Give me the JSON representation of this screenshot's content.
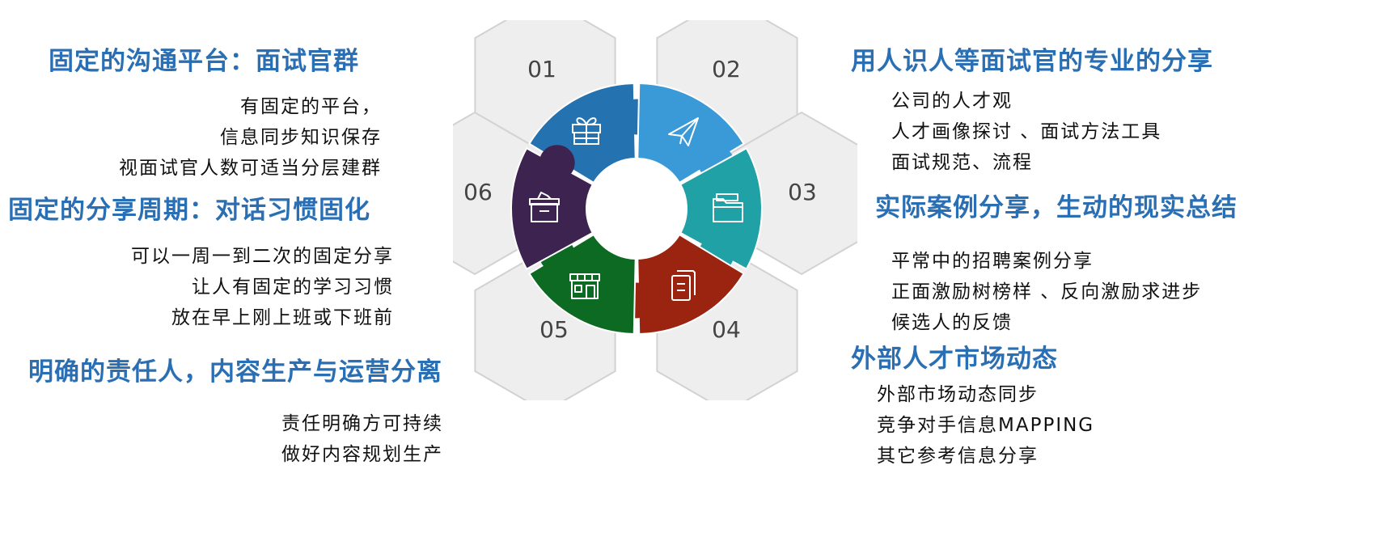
{
  "left": {
    "sections": [
      {
        "heading": "固定的沟通平台：面试官群",
        "items": [
          "有固定的平台，",
          "信息同步知识保存",
          "视面试官人数可适当分层建群"
        ]
      },
      {
        "heading": "固定的分享周期：对话习惯固化",
        "items": [
          "可以一周一到二次的固定分享",
          "让人有固定的学习习惯",
          "放在早上刚上班或下班前"
        ]
      },
      {
        "heading": "明确的责任人，内容生产与运营分离",
        "items": [
          "责任明确方可持续",
          "做好内容规划生产"
        ]
      }
    ]
  },
  "right": {
    "sections": [
      {
        "heading": "用人识人等面试官的专业的分享",
        "items": [
          "公司的人才观",
          "人才画像探讨 、面试方法工具",
          "面试规范、流程"
        ]
      },
      {
        "heading": "实际案例分享，生动的现实总结",
        "items": [
          "平常中的招聘案例分享",
          "正面激励树榜样 、反向激励求进步",
          "候选人的反馈"
        ]
      },
      {
        "heading": "外部人才市场动态",
        "items": [
          "外部市场动态同步",
          "竞争对手信息MAPPING",
          "其它参考信息分享"
        ]
      }
    ]
  },
  "diagram": {
    "segments": [
      {
        "number": "01",
        "color": "#2472b0",
        "icon": "gift-icon"
      },
      {
        "number": "02",
        "color": "#3a9ad8",
        "icon": "paper-plane-icon"
      },
      {
        "number": "03",
        "color": "#1fa1a6",
        "icon": "folder-icon"
      },
      {
        "number": "04",
        "color": "#9a2410",
        "icon": "documents-icon"
      },
      {
        "number": "05",
        "color": "#0d6a22",
        "icon": "storefront-icon"
      },
      {
        "number": "06",
        "color": "#3c2350",
        "icon": "box-icon"
      }
    ],
    "hex_fill": "#eeeeee",
    "hex_stroke": "#d2d2d2"
  }
}
